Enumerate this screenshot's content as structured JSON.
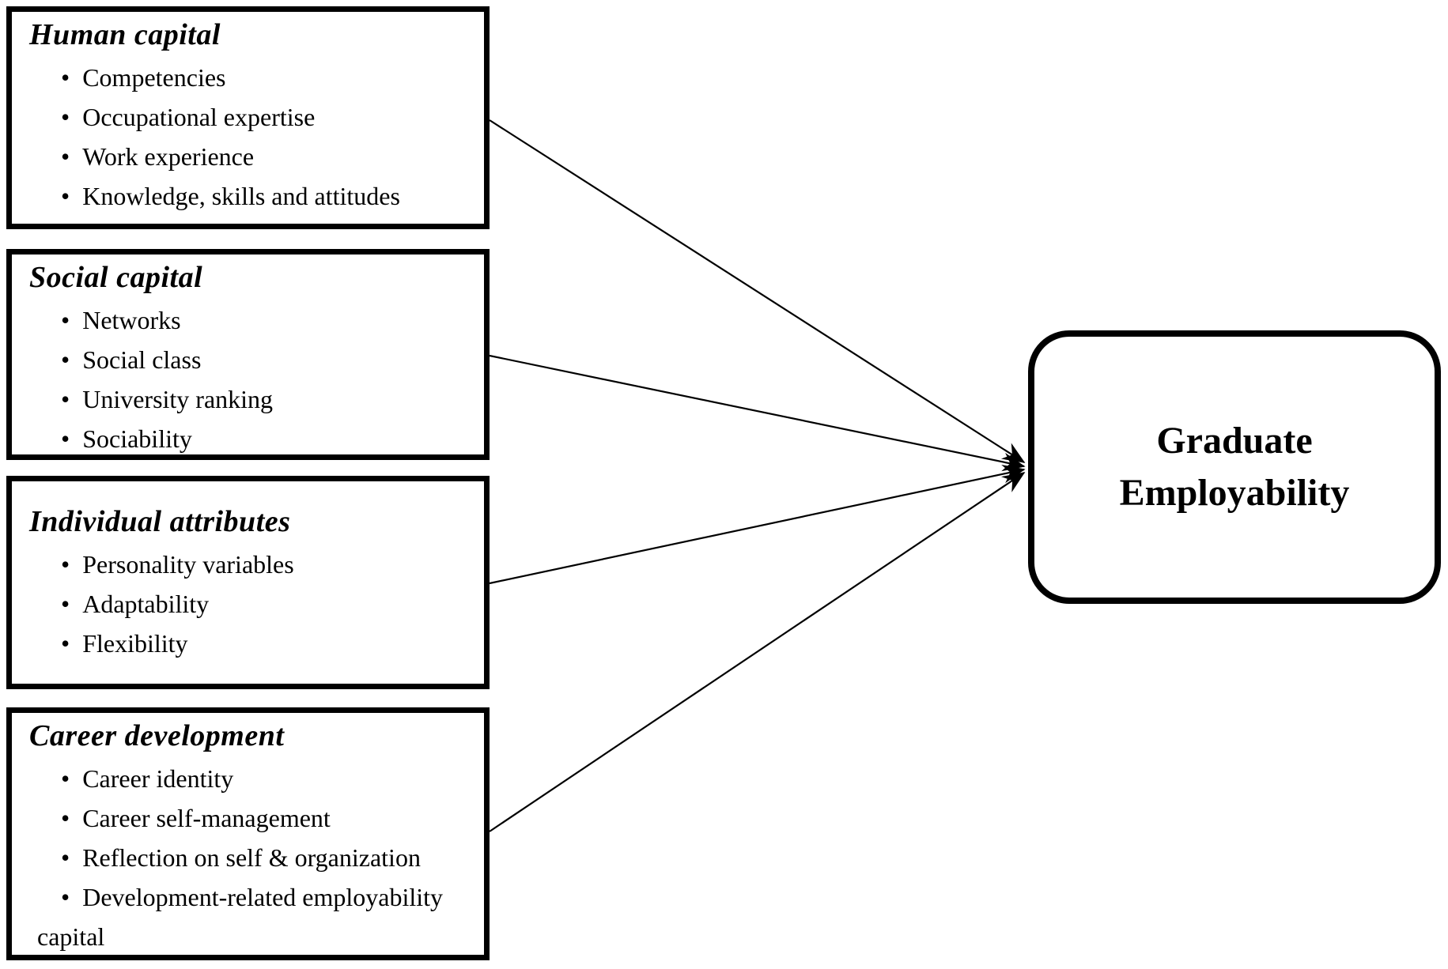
{
  "diagram": {
    "boxes": [
      {
        "title": "Human capital",
        "items": [
          "Competencies",
          "Occupational expertise",
          "Work experience",
          "Knowledge, skills and attitudes"
        ]
      },
      {
        "title": "Social capital",
        "items": [
          "Networks",
          "Social class",
          "University ranking",
          "Sociability"
        ]
      },
      {
        "title": "Individual attributes",
        "items": [
          "Personality variables",
          "Adaptability",
          "Flexibility"
        ]
      },
      {
        "title": "Career development",
        "items": [
          "Career identity",
          "Career self-management",
          "Reflection on self & organization",
          "Development-related employability capital"
        ]
      }
    ],
    "outcome": {
      "label": "Graduate Employability"
    },
    "colors": {
      "ink": "#000000",
      "background": "#ffffff"
    }
  }
}
